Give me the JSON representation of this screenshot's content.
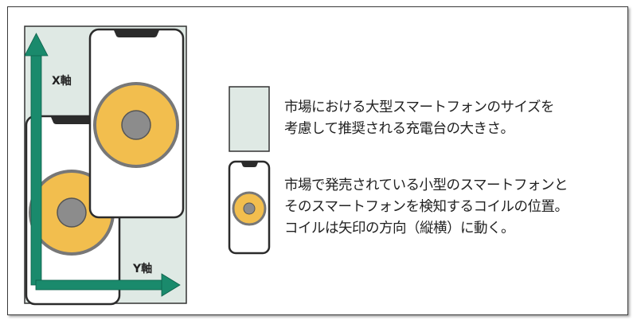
{
  "diagram": {
    "x_axis_label": "X軸",
    "y_axis_label": "Y軸",
    "legend": [
      {
        "lines": [
          "市場における大型スマートフォンのサイズを",
          "考慮して推奨される充電台の大きさ。"
        ]
      },
      {
        "lines": [
          "市場で発売されている小型のスマートフォンと",
          "そのスマートフォンを検知するコイルの位置。",
          "コイルは矢印の方向（縦横）に動く。"
        ]
      }
    ],
    "colors": {
      "charger_fill": "#dfe9e4",
      "arrow": "#1a8a6c",
      "coil_outer": "#f2be4e",
      "coil_inner": "#8c8c8c",
      "phone_border": "#2b2b2b"
    }
  }
}
